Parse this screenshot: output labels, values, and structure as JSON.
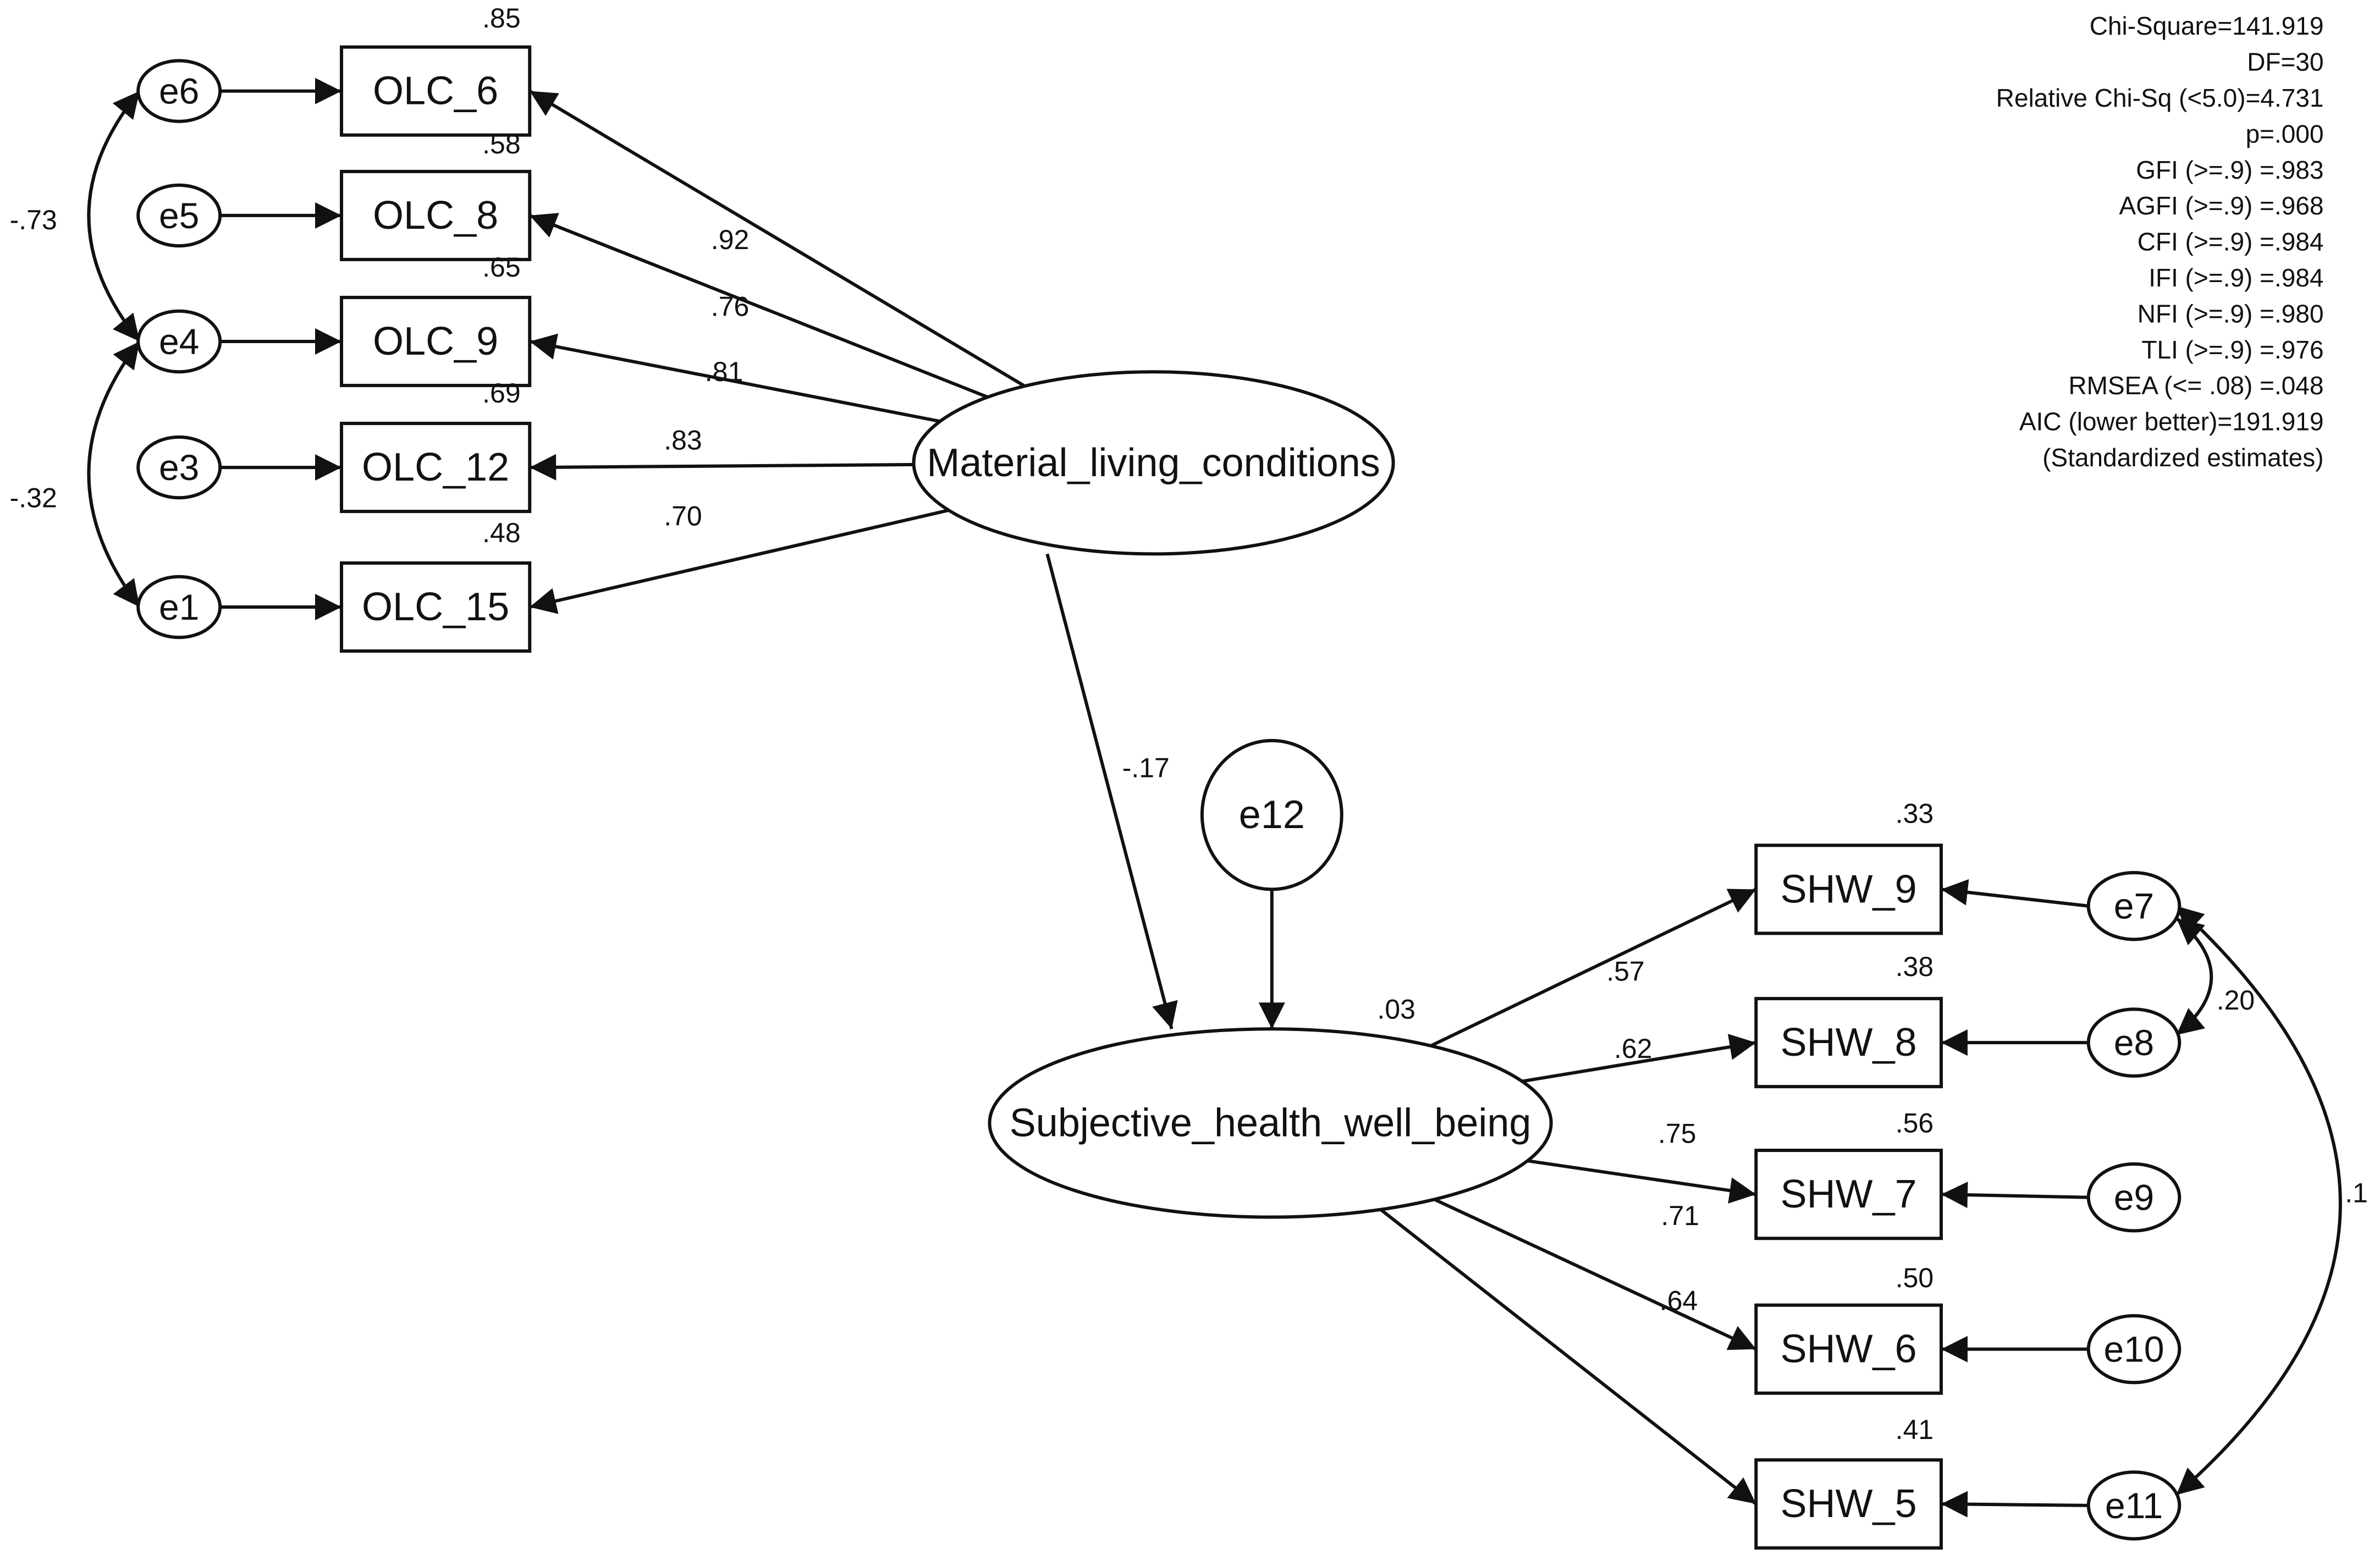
{
  "latents": [
    {
      "id": "MLC",
      "label": "Material_living_conditions",
      "r2": ""
    },
    {
      "id": "SHW",
      "label": "Subjective_health_well_being",
      "r2": ".03"
    }
  ],
  "indicators": [
    {
      "id": "OLC_6",
      "label": "OLC_6",
      "r2": ".85",
      "factor": "MLC",
      "loading": ".92",
      "error": "e6"
    },
    {
      "id": "OLC_8",
      "label": "OLC_8",
      "r2": ".58",
      "factor": "MLC",
      "loading": ".76",
      "error": "e5"
    },
    {
      "id": "OLC_9",
      "label": "OLC_9",
      "r2": ".65",
      "factor": "MLC",
      "loading": ".81",
      "error": "e4"
    },
    {
      "id": "OLC_12",
      "label": "OLC_12",
      "r2": ".69",
      "factor": "MLC",
      "loading": ".83",
      "error": "e3"
    },
    {
      "id": "OLC_15",
      "label": "OLC_15",
      "r2": ".48",
      "factor": "MLC",
      "loading": ".70",
      "error": "e1"
    },
    {
      "id": "SHW_9",
      "label": "SHW_9",
      "r2": ".33",
      "factor": "SHW",
      "loading": ".57",
      "error": "e7"
    },
    {
      "id": "SHW_8",
      "label": "SHW_8",
      "r2": ".38",
      "factor": "SHW",
      "loading": ".62",
      "error": "e8"
    },
    {
      "id": "SHW_7",
      "label": "SHW_7",
      "r2": ".56",
      "factor": "SHW",
      "loading": ".75",
      "error": "e9"
    },
    {
      "id": "SHW_6",
      "label": "SHW_6",
      "r2": ".50",
      "factor": "SHW",
      "loading": ".71",
      "error": "e10"
    },
    {
      "id": "SHW_5",
      "label": "SHW_5",
      "r2": ".41",
      "factor": "SHW",
      "loading": ".64",
      "error": "e11"
    }
  ],
  "structural_path": {
    "from": "MLC",
    "to": "SHW",
    "coef": "-.17",
    "error": "e12"
  },
  "error_covariances": [
    {
      "a": "e6",
      "b": "e4",
      "value": "-.73"
    },
    {
      "a": "e4",
      "b": "e1",
      "value": "-.32"
    },
    {
      "a": "e7",
      "b": "e8",
      "value": ".20"
    },
    {
      "a": "e7",
      "b": "e11",
      "value": ".1"
    }
  ],
  "fit_stats": [
    "Chi-Square=141.919",
    "DF=30",
    "Relative Chi-Sq (<5.0)=4.731",
    "p=.000",
    "GFI (>=.9) =.983",
    "AGFI (>=.9) =.968",
    "CFI (>=.9) =.984",
    "IFI (>=.9) =.984",
    "NFI (>=.9) =.980",
    "TLI (>=.9) =.976",
    "RMSEA (<= .08) =.048",
    "AIC (lower better)=191.919",
    "(Standardized estimates)"
  ]
}
